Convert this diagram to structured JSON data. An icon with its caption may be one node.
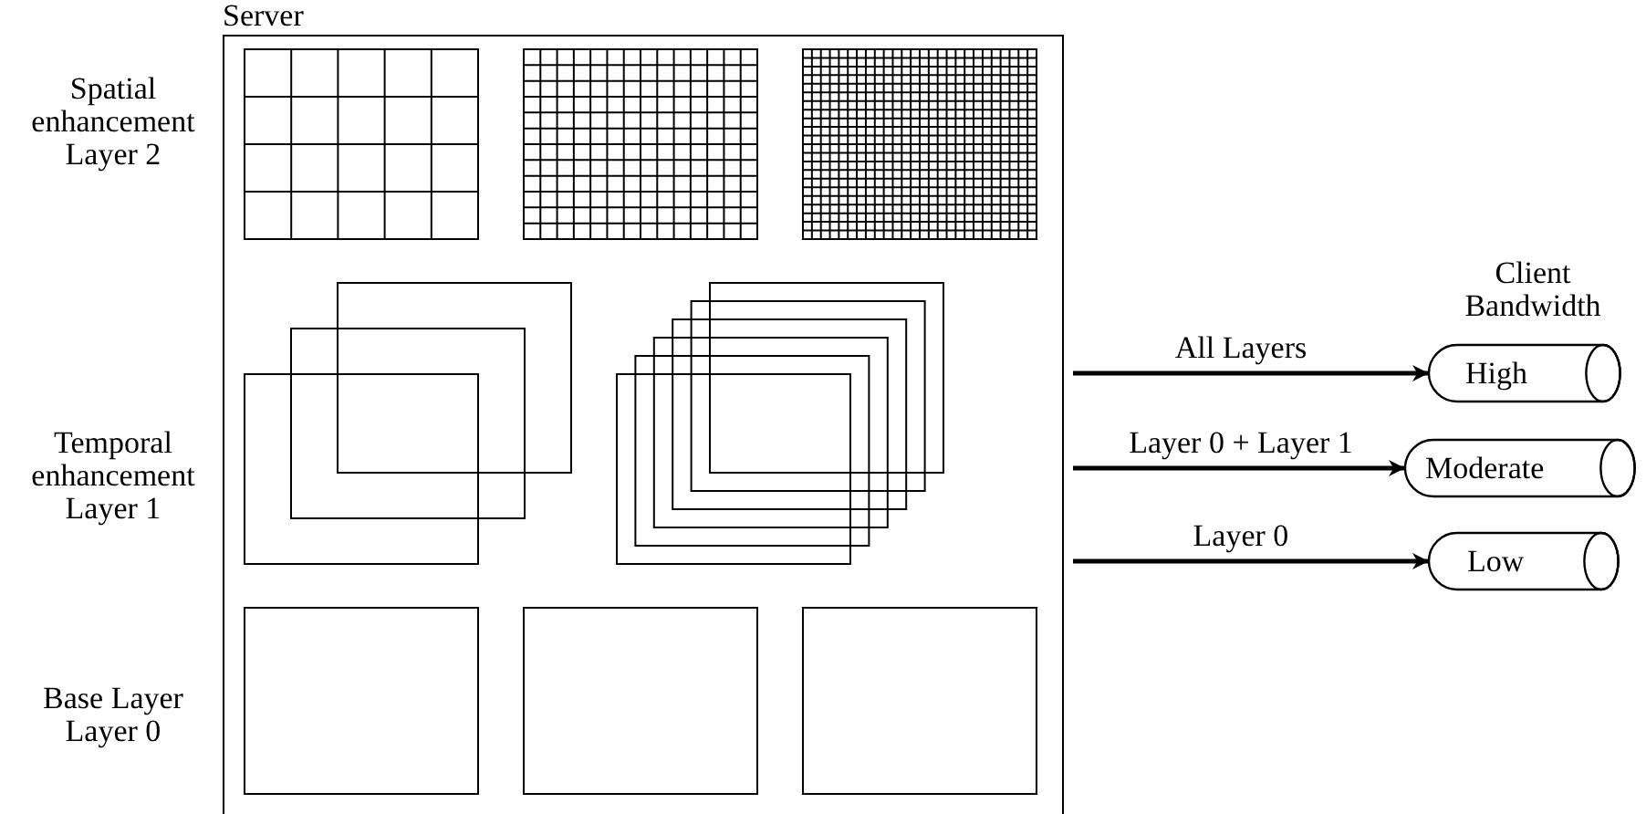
{
  "diagram": {
    "nodes": [
      {
        "text": [
          "Server"
        ]
      },
      {
        "text": [
          "High"
        ]
      },
      {
        "text": [
          "Moderate"
        ]
      },
      {
        "text": [
          "Low"
        ]
      }
    ],
    "edges": [
      {
        "from": 0,
        "to": 1,
        "arrow": "to",
        "label": "All Layers"
      },
      {
        "from": 0,
        "to": 2,
        "arrow": "to",
        "label": "Layer 0 + Layer 1"
      },
      {
        "from": 0,
        "to": 3,
        "arrow": "to",
        "label": "Layer 0"
      }
    ],
    "labels": [
      "Spatial enhancement Layer 2",
      "Temporal enhancement Layer 1",
      "Base Layer Layer 0",
      "Client Bandwidth"
    ]
  }
}
